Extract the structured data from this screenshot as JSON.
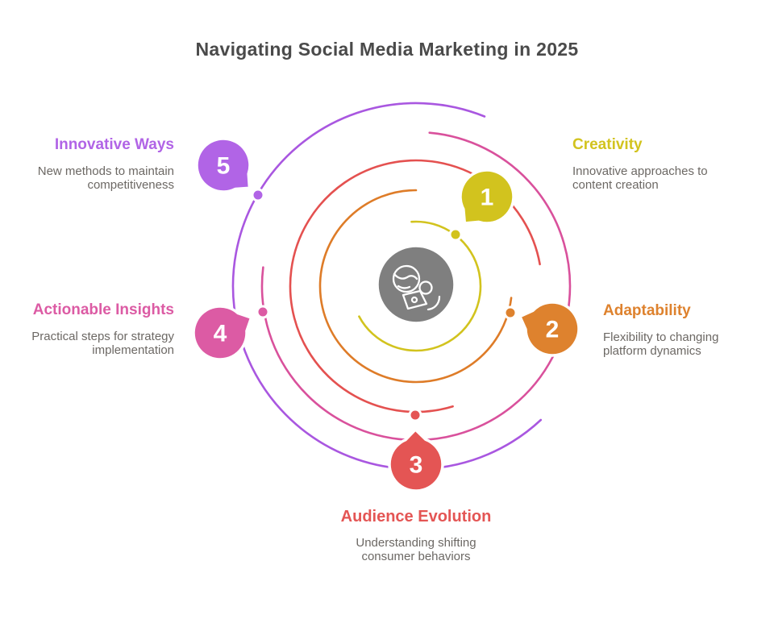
{
  "title": "Navigating Social Media Marketing in 2025",
  "colors": {
    "background": "#ffffff",
    "title_text": "#4a4a4a",
    "description_text": "#6c6864",
    "center_circle": "#7f7f7f",
    "icon_stroke": "#ffffff",
    "badge_border": "#ffffff"
  },
  "center_icon": "person-laptop-globe-icon",
  "items": [
    {
      "num": "1",
      "title": "Creativity",
      "description": "Innovative approaches to content creation",
      "color": "#d2c31e",
      "arc_color": "#d2c31e"
    },
    {
      "num": "2",
      "title": "Adaptability",
      "description": "Flexibility to changing platform dynamics",
      "color": "#de822e",
      "arc_color": "#de7c28"
    },
    {
      "num": "3",
      "title": "Audience Evolution",
      "description": "Understanding shifting consumer behaviors",
      "color": "#e45554",
      "arc_color": "#e45150"
    },
    {
      "num": "4",
      "title": "Actionable Insights",
      "description": "Practical steps for strategy implementation",
      "color": "#dc5ba4",
      "arc_color": "#d9519c"
    },
    {
      "num": "5",
      "title": "Innovative Ways",
      "description": "New methods to maintain competitiveness",
      "color": "#b164e6",
      "arc_color": "#a957e0"
    }
  ]
}
